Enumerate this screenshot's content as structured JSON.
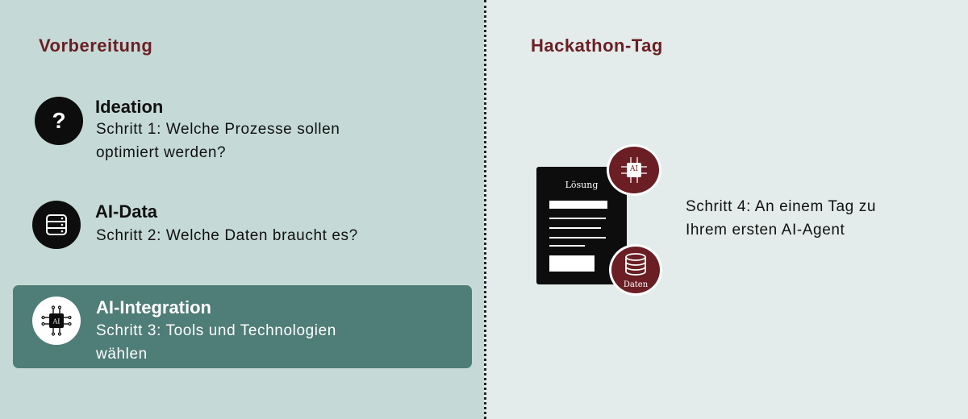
{
  "sections": {
    "left_title": "Vorbereitung",
    "right_title": "Hackathon-Tag"
  },
  "steps": [
    {
      "title": "Ideation",
      "desc_line1": "Schritt 1: Welche Prozesse sollen",
      "desc_line2": "optimiert werden?",
      "icon": "question-icon"
    },
    {
      "title": "AI-Data",
      "desc_line1": "Schritt 2: Welche Daten braucht es?",
      "icon": "database-icon"
    },
    {
      "title": "AI-Integration",
      "desc_line1": "Schritt 3: Tools und Technologien",
      "desc_line2": "wählen",
      "icon": "ai-chip-icon",
      "highlighted": true
    }
  ],
  "hackathon": {
    "document_label": "Lösung",
    "ai_badge_label": "AI",
    "data_badge_label": "Daten",
    "desc_line1": "Schritt 4: An einem Tag zu",
    "desc_line2": "Ihrem ersten AI-Agent"
  },
  "colors": {
    "left_bg": "#c5dad6",
    "right_bg": "#e3ecea",
    "accent_title": "#6b1f24",
    "highlight_bg": "#4f7d77",
    "badge_bg": "#6b1f24"
  }
}
